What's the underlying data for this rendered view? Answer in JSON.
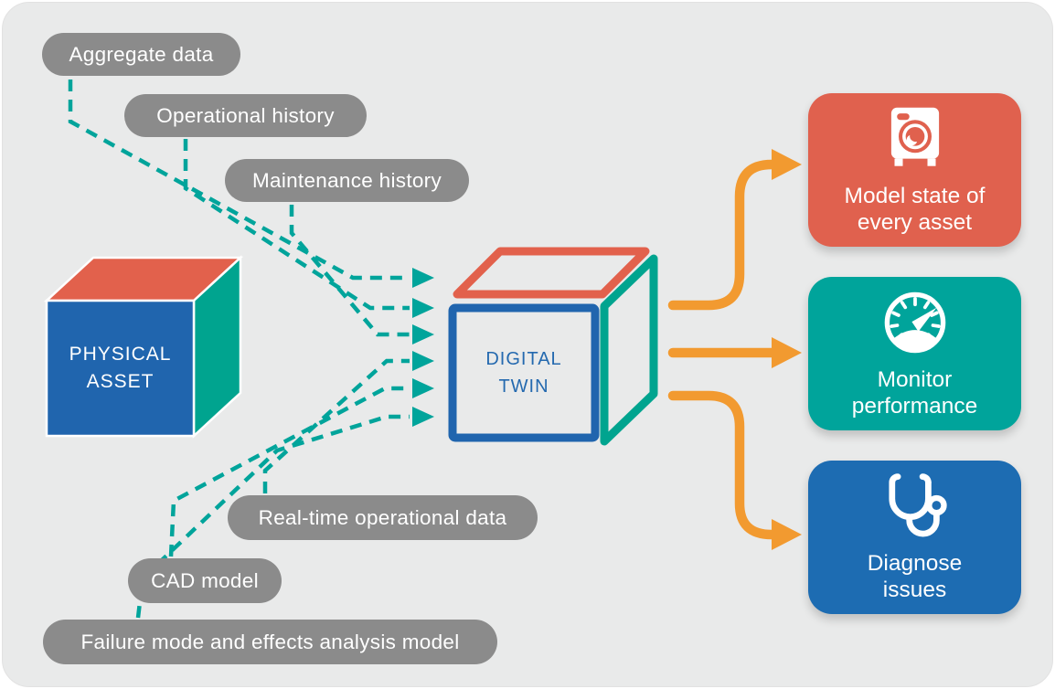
{
  "colors": {
    "canvas_bg": "#E9EAEA",
    "pill_gray": "#8B8B8B",
    "teal": "#00A49B",
    "teal_cube_face": "#00A48F",
    "blue": "#2065AE",
    "blue_card": "#1D6CB2",
    "red": "#E2614C",
    "red_card": "#E0614E",
    "orange": "#F29A30",
    "white": "#FFFFFF"
  },
  "pills": [
    {
      "label": "Aggregate data"
    },
    {
      "label": "Operational history"
    },
    {
      "label": "Maintenance history"
    },
    {
      "label": "Real-time operational data"
    },
    {
      "label": "CAD model"
    },
    {
      "label": "Failure mode and effects analysis model"
    }
  ],
  "physical_asset": {
    "line1": "PHYSICAL",
    "line2": "ASSET"
  },
  "digital_twin": {
    "line1": "DIGITAL",
    "line2": "TWIN"
  },
  "outputs": [
    {
      "icon": "washing-machine-icon",
      "line1": "Model state of",
      "line2": "every asset"
    },
    {
      "icon": "gauge-icon",
      "line1": "Monitor",
      "line2": "performance"
    },
    {
      "icon": "stethoscope-icon",
      "line1": "Diagnose",
      "line2": "issues"
    }
  ]
}
